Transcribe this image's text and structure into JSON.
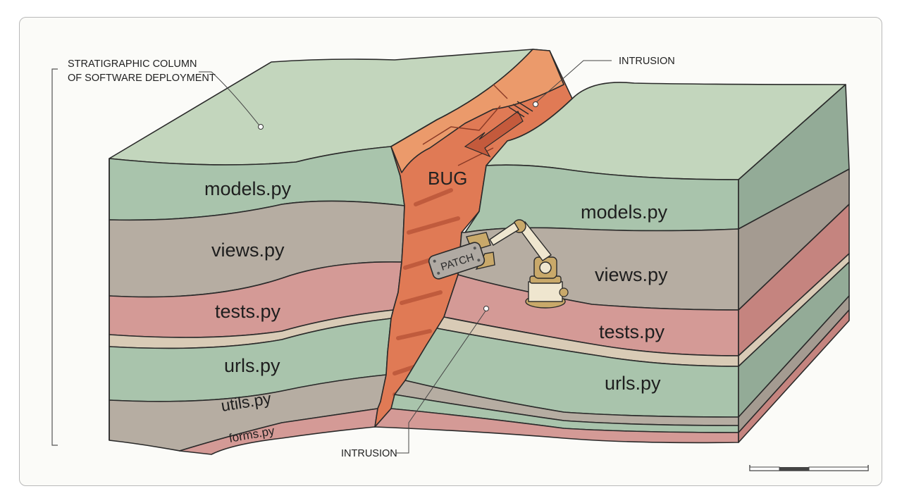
{
  "title_lines": [
    "STRATIGRAPHIC COLUMN",
    "OF SOFTWARE DEPLOYMENT"
  ],
  "callouts": {
    "intrusion_top": "INTRUSION",
    "intrusion_bottom": "INTRUSION"
  },
  "bug_label": "BUG",
  "patch_label": "PATCH",
  "left_block_layers": [
    {
      "name": "models.py",
      "color": "#a9c4ac"
    },
    {
      "name": "views.py",
      "color": "#b6ada2"
    },
    {
      "name": "tests.py",
      "color": "#d49a96"
    },
    {
      "name": "urls.py",
      "color": "#a9c4ac"
    },
    {
      "name": "utils.py",
      "color": "#b6ada2"
    },
    {
      "name": "forms.py",
      "color": "#d49a96"
    }
  ],
  "right_block_layers": [
    {
      "name": "models.py",
      "color": "#a9c4ac"
    },
    {
      "name": "views.py",
      "color": "#b6ada2"
    },
    {
      "name": "tests.py",
      "color": "#d49a96"
    },
    {
      "name": "urls.py",
      "color": "#a9c4ac"
    }
  ],
  "colors": {
    "top_surface": "#c3d6bd",
    "green_layer": "#a9c4ac",
    "taupe_layer": "#b6ada2",
    "pink_layer": "#d49a96",
    "beige_band": "#d9cbb6",
    "side_green": "#93ab97",
    "side_taupe": "#a49b91",
    "side_pink": "#c5847f",
    "intrusion_orange": "#e07a55",
    "intrusion_light": "#eb9a6b",
    "intrusion_dark": "#c45a3c",
    "robot_brass": "#c9a96a",
    "robot_cream": "#efe6cf"
  }
}
